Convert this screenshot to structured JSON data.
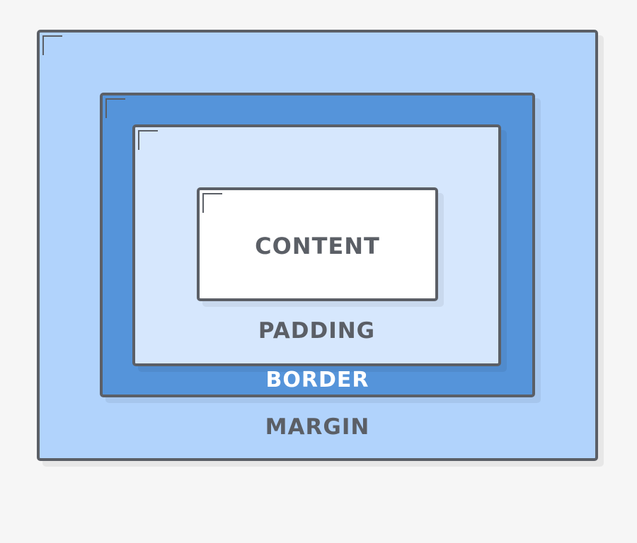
{
  "colors": {
    "background": "#f6f6f6",
    "margin_fill": "#b1d3fc",
    "border_fill": "#5594da",
    "padding_fill": "#d6e7fd",
    "content_fill": "#ffffff",
    "outline": "#5b5f66",
    "dark_label": "#5b5f66",
    "light_label": "#ffffff"
  },
  "labels": {
    "content": "CONTENT",
    "padding": "PADDING",
    "border": "BORDER",
    "margin": "MARGIN"
  }
}
